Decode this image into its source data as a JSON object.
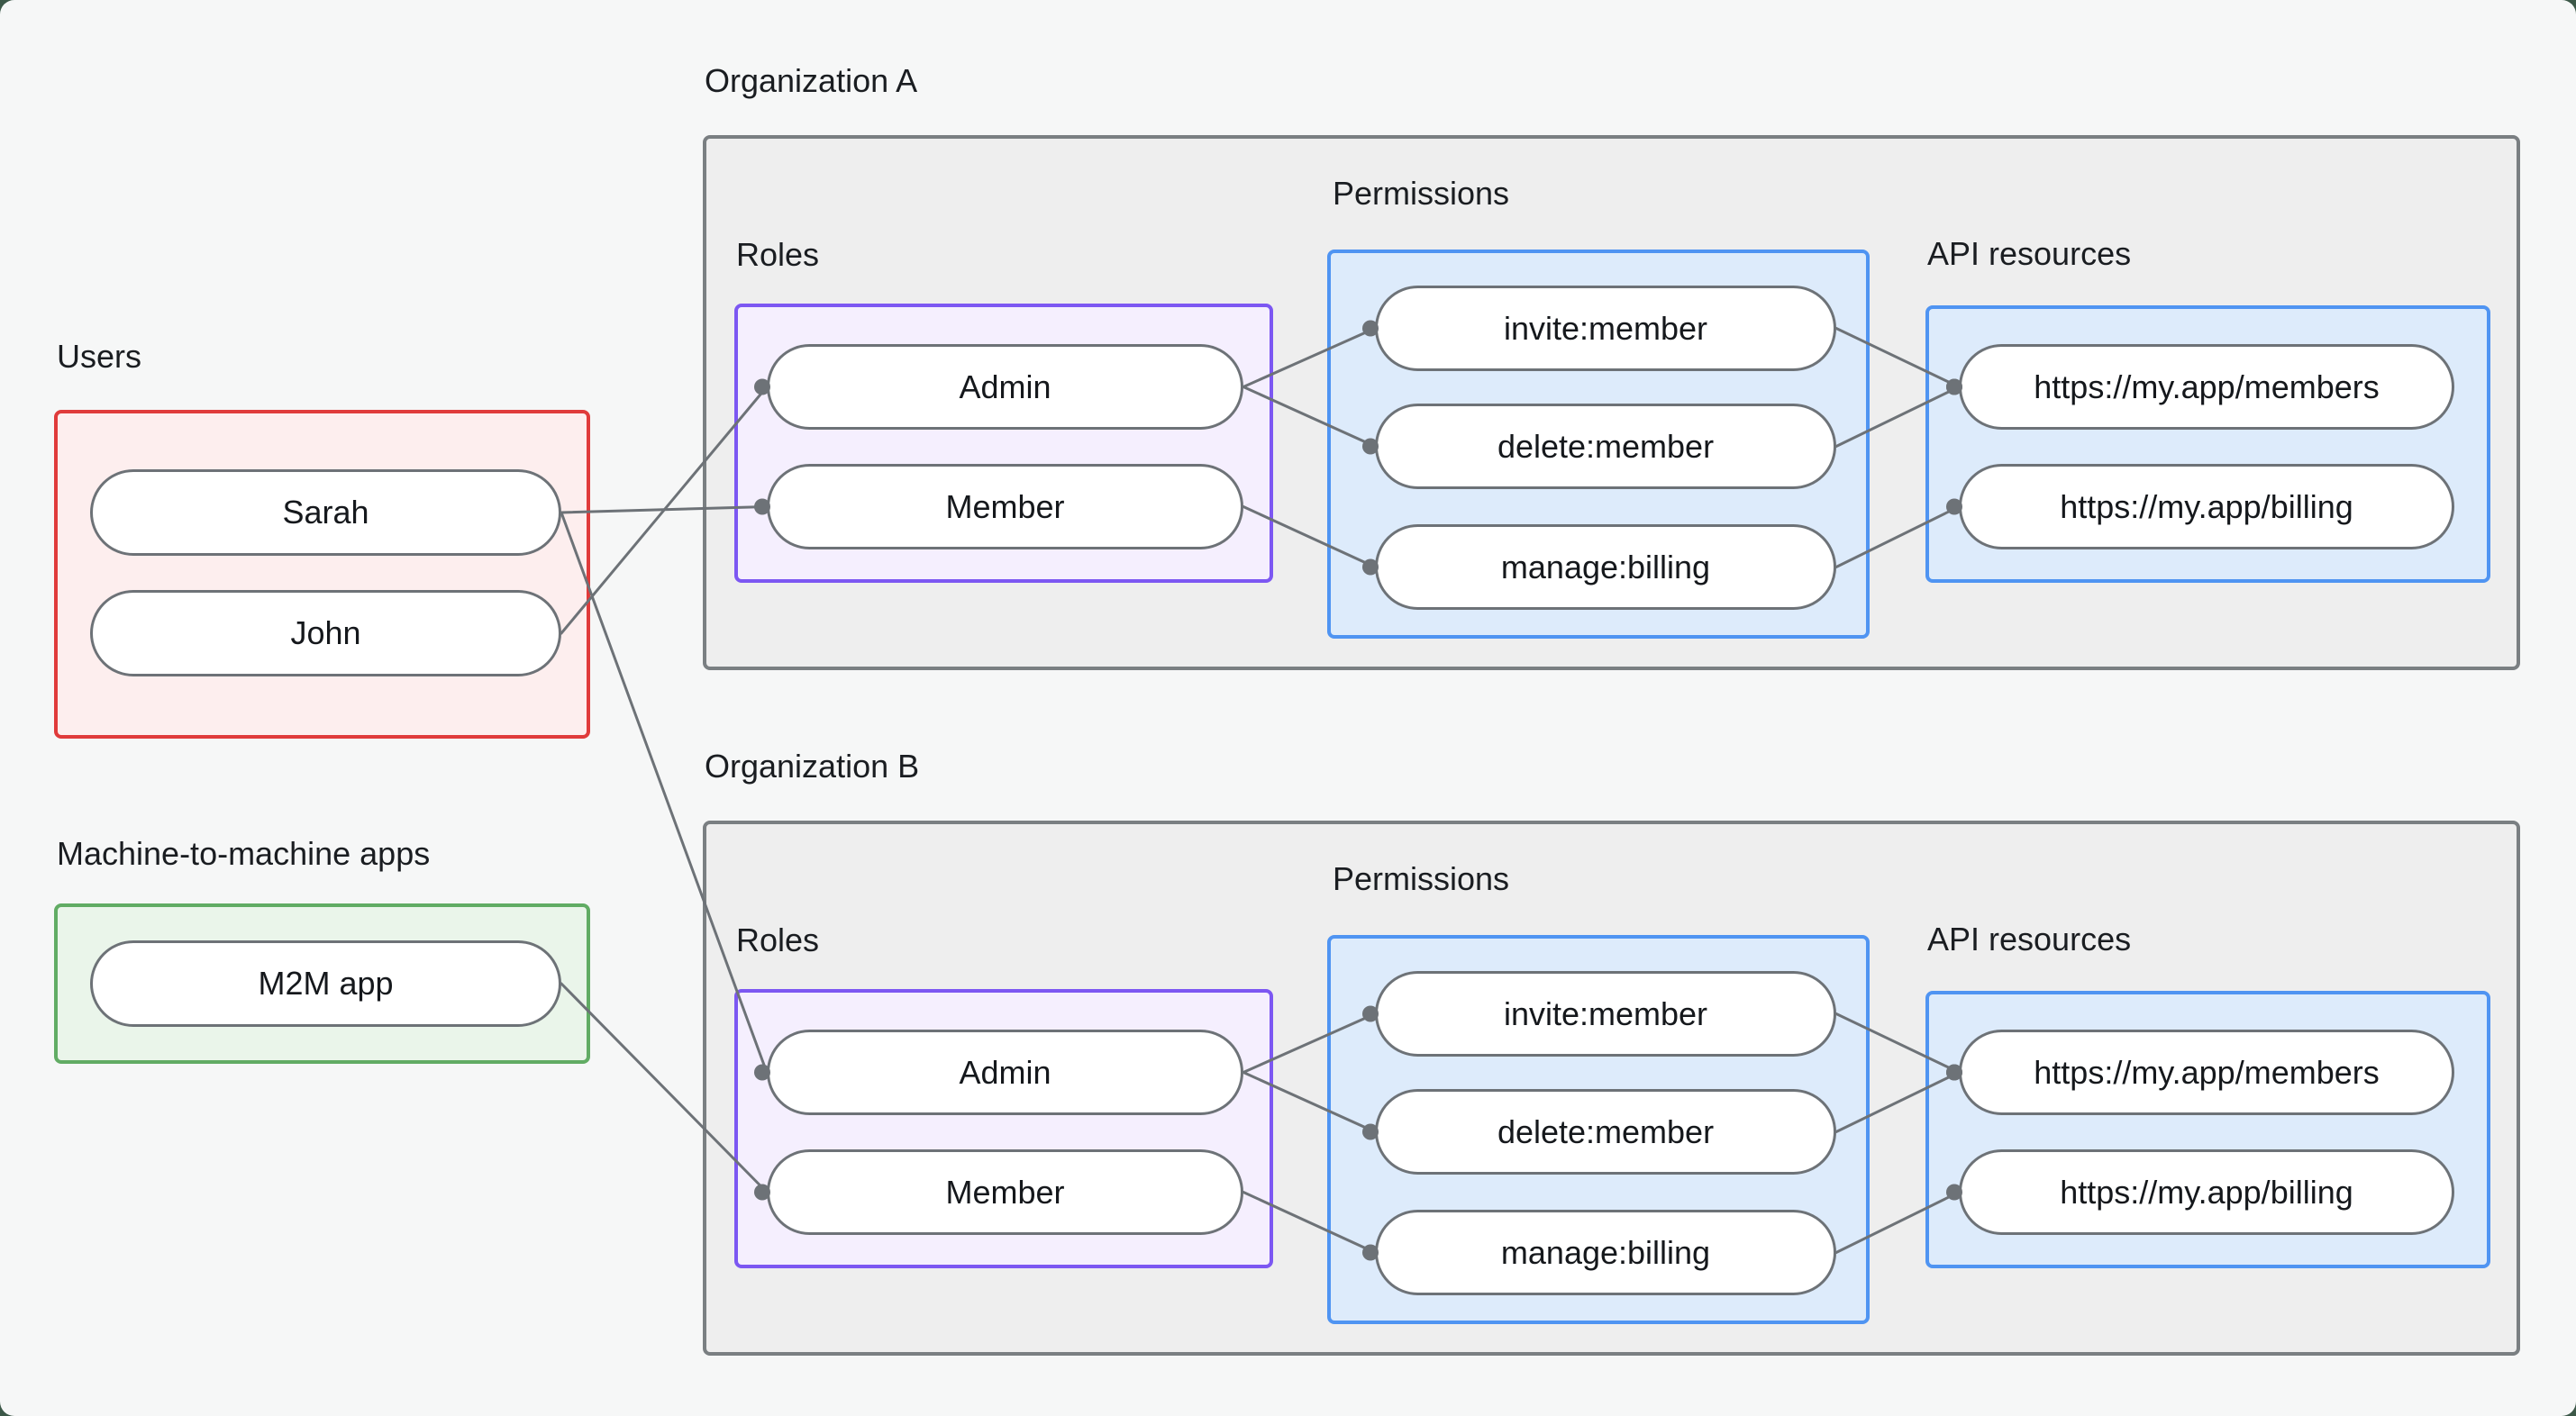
{
  "colors": {
    "page_background": "#f6f7f7",
    "behind_page": "#3c5848",
    "org_box_fill": "#eeeeee",
    "org_box_border": "#7a7f82",
    "users_border": "#e03b3b",
    "users_fill": "#fdeeee",
    "m2m_border": "#61ac64",
    "m2m_fill": "#eaf5ea",
    "roles_border": "#7c57f2",
    "roles_fill": "#f5effe",
    "blue_border": "#4f94f2",
    "blue_fill": "#ddebfb",
    "node_border": "#6d7277",
    "node_fill": "#ffffff",
    "wire_color": "#6d7277",
    "text_color": "#1a1d21"
  },
  "users_group": {
    "label": "Users",
    "nodes": [
      {
        "id": "sarah",
        "label": "Sarah"
      },
      {
        "id": "john",
        "label": "John"
      }
    ]
  },
  "m2m_group": {
    "label": "Machine-to-machine apps",
    "nodes": [
      {
        "id": "m2m-app",
        "label": "M2M app"
      }
    ]
  },
  "orgs": [
    {
      "id": "org-a",
      "label": "Organization A",
      "roles": {
        "label": "Roles",
        "nodes": [
          {
            "id": "org-a-admin",
            "label": "Admin"
          },
          {
            "id": "org-a-member",
            "label": "Member"
          }
        ]
      },
      "permissions": {
        "label": "Permissions",
        "nodes": [
          {
            "id": "org-a-invite",
            "label": "invite:member"
          },
          {
            "id": "org-a-delete",
            "label": "delete:member"
          },
          {
            "id": "org-a-manage",
            "label": "manage:billing"
          }
        ]
      },
      "api_resources": {
        "label": "API resources",
        "nodes": [
          {
            "id": "org-a-members",
            "label": "https://my.app/members"
          },
          {
            "id": "org-a-billing",
            "label": "https://my.app/billing"
          }
        ]
      }
    },
    {
      "id": "org-b",
      "label": "Organization B",
      "roles": {
        "label": "Roles",
        "nodes": [
          {
            "id": "org-b-admin",
            "label": "Admin"
          },
          {
            "id": "org-b-member",
            "label": "Member"
          }
        ]
      },
      "permissions": {
        "label": "Permissions",
        "nodes": [
          {
            "id": "org-b-invite",
            "label": "invite:member"
          },
          {
            "id": "org-b-delete",
            "label": "delete:member"
          },
          {
            "id": "org-b-manage",
            "label": "manage:billing"
          }
        ]
      },
      "api_resources": {
        "label": "API resources",
        "nodes": [
          {
            "id": "org-b-members",
            "label": "https://my.app/members"
          },
          {
            "id": "org-b-billing",
            "label": "https://my.app/billing"
          }
        ]
      }
    }
  ],
  "connections": [
    {
      "from": "sarah",
      "to": "org-a-member"
    },
    {
      "from": "john",
      "to": "org-a-admin"
    },
    {
      "from": "sarah",
      "to": "org-b-admin"
    },
    {
      "from": "m2m-app",
      "to": "org-b-member"
    },
    {
      "from": "org-a-admin",
      "to": "org-a-invite"
    },
    {
      "from": "org-a-admin",
      "to": "org-a-delete"
    },
    {
      "from": "org-a-member",
      "to": "org-a-manage"
    },
    {
      "from": "org-a-invite",
      "to": "org-a-members"
    },
    {
      "from": "org-a-delete",
      "to": "org-a-members"
    },
    {
      "from": "org-a-manage",
      "to": "org-a-billing"
    },
    {
      "from": "org-b-admin",
      "to": "org-b-invite"
    },
    {
      "from": "org-b-admin",
      "to": "org-b-delete"
    },
    {
      "from": "org-b-member",
      "to": "org-b-manage"
    },
    {
      "from": "org-b-invite",
      "to": "org-b-members"
    },
    {
      "from": "org-b-delete",
      "to": "org-b-members"
    },
    {
      "from": "org-b-manage",
      "to": "org-b-billing"
    }
  ]
}
